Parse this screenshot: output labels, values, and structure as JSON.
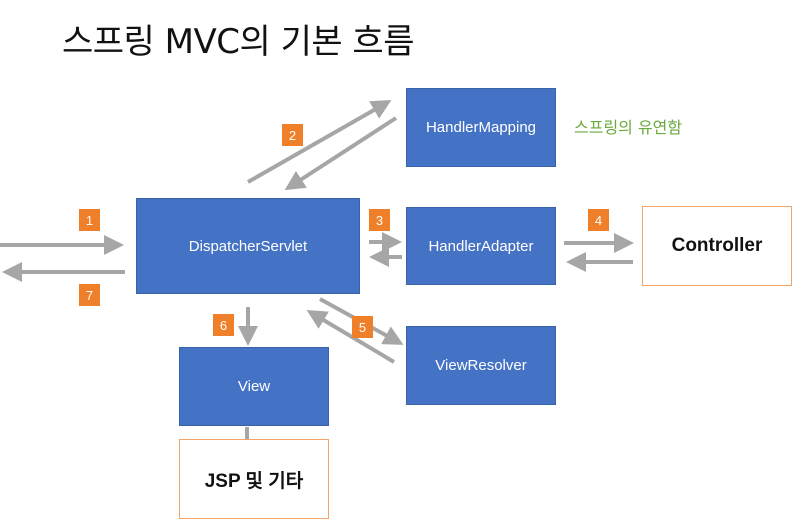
{
  "title": "스프링 MVC의 기본 흐름",
  "note": "스프링의 유연함",
  "boxes": {
    "dispatcher": "DispatcherServlet",
    "handler_mapping": "HandlerMapping",
    "handler_adapter": "HandlerAdapter",
    "view_resolver": "ViewResolver",
    "view": "View",
    "controller": "Controller",
    "jsp": "JSP 및 기타"
  },
  "steps": [
    "1",
    "2",
    "3",
    "4",
    "5",
    "6",
    "7"
  ],
  "colors": {
    "box_fill": "#4472c4",
    "step_badge": "#f07f2a",
    "outline_box": "#f2a46a",
    "arrow": "#a6a6a6",
    "note": "#6aaa3f"
  }
}
